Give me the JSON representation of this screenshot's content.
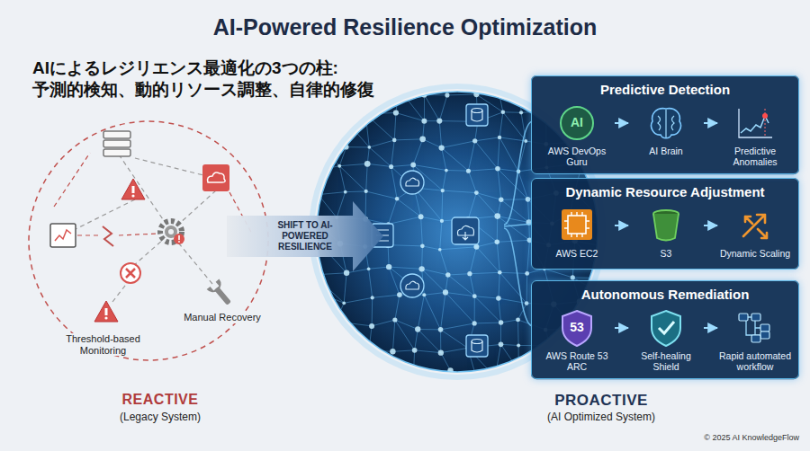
{
  "diagram": {
    "title": "AI-Powered Resilience Optimization",
    "nodes": [
      {
        "text": [
          "SHIFT TO AI-POWERED RESILIENCE"
        ]
      },
      {
        "text": [
          "Predictive Detection"
        ]
      },
      {
        "text": [
          "AI",
          "AWS DevOps Guru"
        ],
        "in": 1
      },
      {
        "text": [
          "AI Brain"
        ],
        "in": 1
      },
      {
        "text": [
          "Predictive Anomalies"
        ],
        "in": 1
      },
      {
        "text": [
          "Dynamic Resource Adjustment"
        ]
      },
      {
        "text": [
          "AWS EC2"
        ],
        "in": 5
      },
      {
        "text": [
          "S3"
        ],
        "in": 5
      },
      {
        "text": [
          "Dynamic Scaling"
        ],
        "in": 5
      },
      {
        "text": [
          "Autonomous Remediation"
        ]
      },
      {
        "text": [
          "53",
          "AWS Route 53 ARC"
        ],
        "in": 9
      },
      {
        "text": [
          "Self-healing Shield"
        ],
        "in": 9
      },
      {
        "text": [
          "Rapid automated workflow"
        ],
        "in": 9
      }
    ],
    "edges": [
      {
        "from": 2,
        "to": 3,
        "arrow": "to"
      },
      {
        "from": 3,
        "to": 4,
        "arrow": "to"
      },
      {
        "from": 6,
        "to": 7,
        "arrow": "to"
      },
      {
        "from": 7,
        "to": 8,
        "arrow": "to"
      },
      {
        "from": 10,
        "to": 11,
        "arrow": "to"
      },
      {
        "from": 11,
        "to": 12,
        "arrow": "to"
      }
    ],
    "labels": [
      "AIによるレジリエンス最適化の3つの柱: 予測的検知、動的リソース調整、自律的修復",
      "Threshold-based Monitoring",
      "Manual Recovery",
      "REACTIVE",
      "(Legacy System)",
      "PROACTIVE",
      "(AI Optimized System)",
      "© 2025 AI KnowledgeFlow"
    ]
  }
}
